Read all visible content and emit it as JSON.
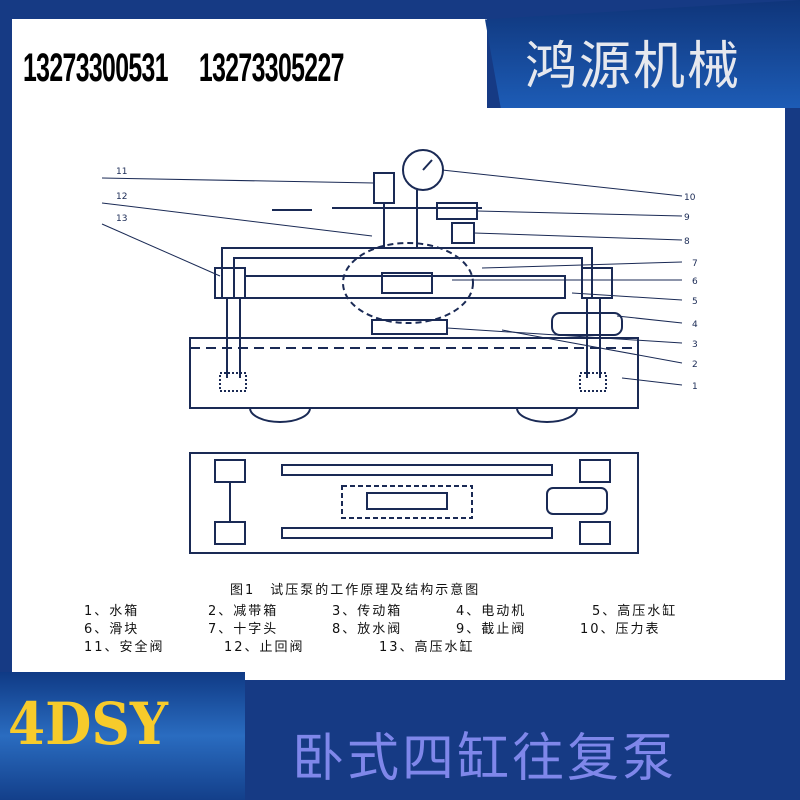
{
  "header": {
    "phones": [
      "13273300531",
      "13273305227"
    ],
    "brand": "鸿源机械"
  },
  "diagram": {
    "callouts_right": [
      "10",
      "9",
      "8",
      "7",
      "6",
      "5",
      "4",
      "3",
      "2",
      "1"
    ],
    "callouts_left": [
      "11",
      "12",
      "13"
    ],
    "caption": "图1　试压泵的工作原理及结构示意图",
    "legend": [
      [
        "1、水箱",
        "2、减带箱",
        "3、传动箱",
        "4、电动机",
        "5、高压水缸"
      ],
      [
        "6、滑块",
        "7、十字头",
        "8、放水阀",
        "9、截止阀",
        "10、压力表"
      ],
      [
        "11、安全阀",
        "12、止回阀",
        "13、高压水缸"
      ]
    ]
  },
  "footer": {
    "model": "4DSY",
    "title": "卧式四缸往复泵"
  },
  "colors": {
    "background": "#163a84",
    "model_text": "#f7cb2b",
    "title_text": "#7f87ea"
  }
}
